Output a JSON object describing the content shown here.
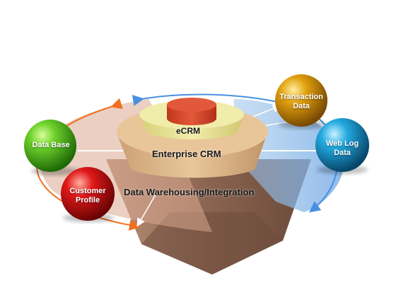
{
  "diagram": {
    "center": {
      "top_label": "eCRM",
      "middle_label": "Enterprise CRM",
      "base_label": "Data Warehousing/Integration"
    },
    "spheres": [
      {
        "label_line1": "Data Base",
        "label_line2": "",
        "color": "#4caf1c"
      },
      {
        "label_line1": "Customer",
        "label_line2": "Profile",
        "color": "#d01010"
      },
      {
        "label_line1": "Transaction",
        "label_line2": "Data",
        "color": "#d99a0a"
      },
      {
        "label_line1": "Web Log",
        "label_line2": "Data",
        "color": "#1a9fd6"
      }
    ],
    "colors": {
      "orange_arrow": "#f07020",
      "blue_arrow": "#4a90e2",
      "top_cylinder": "#d84a2a",
      "ecrm_disc": "#e8e59a",
      "enterprise_disc": "#e6c08e",
      "base_cone": "#a6806a"
    }
  }
}
